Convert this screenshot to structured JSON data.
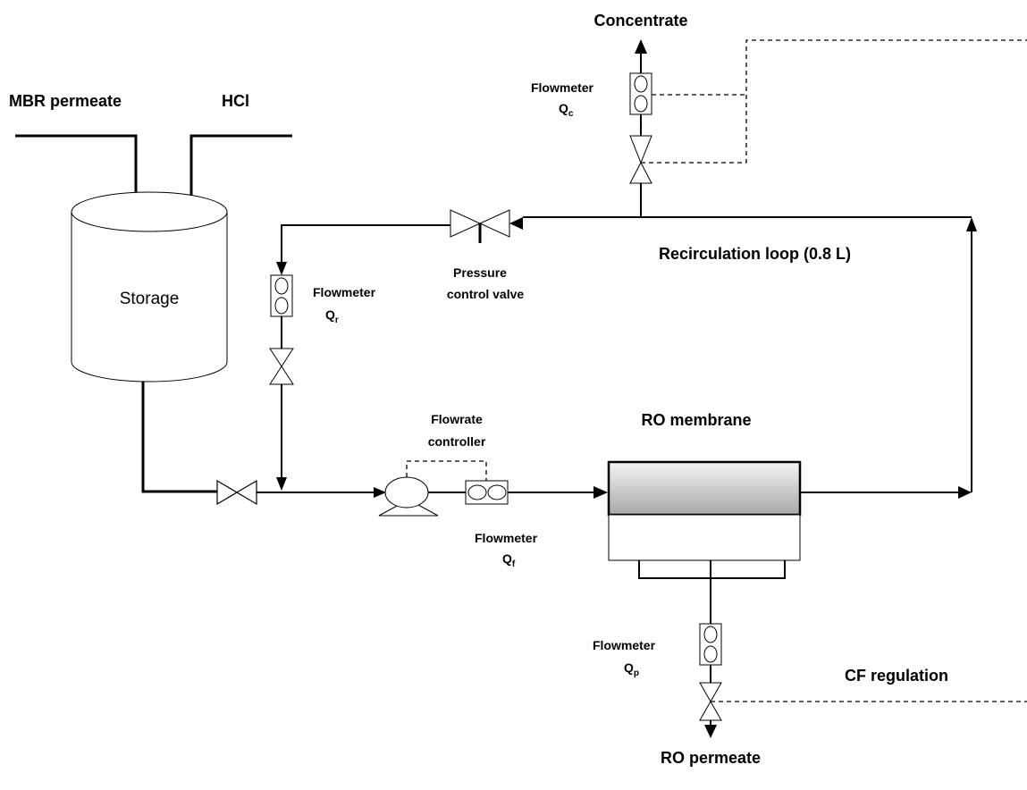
{
  "labels": {
    "mbr_permeate": "MBR permeate",
    "hcl": "HCl",
    "storage": "Storage",
    "concentrate": "Concentrate",
    "flowmeter_c": "Flowmeter",
    "flowmeter_c_sym": "Q",
    "flowmeter_c_sub": "c",
    "pressure_valve_line1": "Pressure",
    "pressure_valve_line2": "control valve",
    "recirculation_loop": "Recirculation loop (0.8 L)",
    "flowmeter_r": "Flowmeter",
    "flowmeter_r_sym": "Q",
    "flowmeter_r_sub": "r",
    "flowrate_controller_line1": "Flowrate",
    "flowrate_controller_line2": "controller",
    "ro_membrane": "RO membrane",
    "flowmeter_f": "Flowmeter",
    "flowmeter_f_sym": "Q",
    "flowmeter_f_sub": "f",
    "flowmeter_p": "Flowmeter",
    "flowmeter_p_sym": "Q",
    "flowmeter_p_sub": "p",
    "cf_regulation": "CF regulation",
    "ro_permeate": "RO permeate"
  },
  "colors": {
    "line": "#000000",
    "membrane_top_light": "#f2f2f2",
    "membrane_top_dark": "#aaaaaa",
    "background": "#ffffff"
  }
}
